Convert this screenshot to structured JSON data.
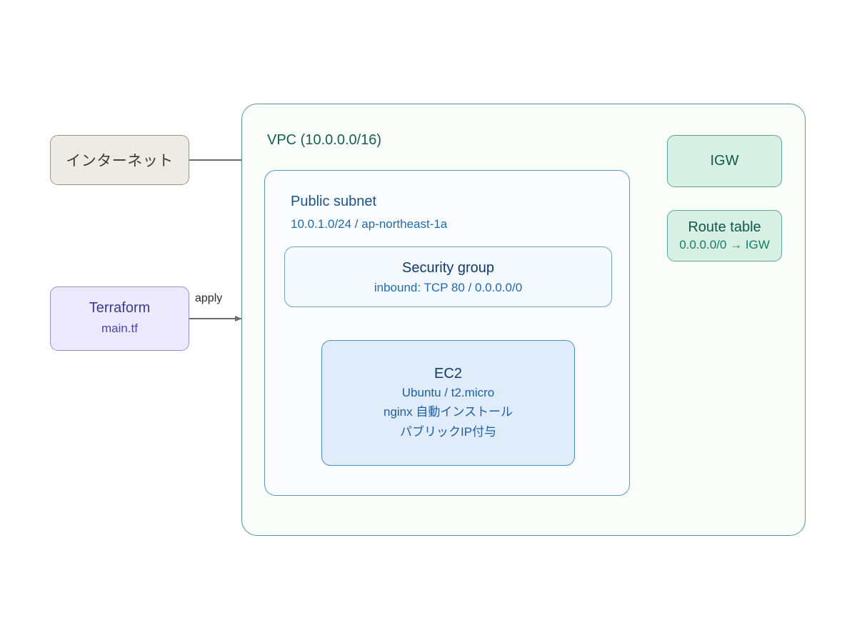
{
  "diagram": {
    "title": "AWS VPC Terraform architecture",
    "background_color": "#ffffff"
  },
  "nodes": {
    "internet": {
      "label": "インターネット",
      "fill": "#eeebe4",
      "border": "#9b998f",
      "text_color": "#3b3b38"
    },
    "terraform": {
      "title": "Terraform",
      "subtitle": "main.tf",
      "fill": "#ebe9fb",
      "border": "#9a8fd6",
      "text_color": "#3c3c8c"
    },
    "vpc": {
      "label": "VPC (10.0.0.0/16)",
      "fill": "#fbfdfb",
      "border": "#4f9e8c",
      "text_color": "#12614f"
    },
    "public_subnet": {
      "title": "Public subnet",
      "subtitle": "10.0.1.0/24 / ap-northeast-1a",
      "fill": "#fafcfe",
      "border": "#5b95cf",
      "text_color": "#17558f"
    },
    "security_group": {
      "title": "Security group",
      "subtitle": "inbound: TCP 80 / 0.0.0.0/0",
      "fill": "#f4f9fd",
      "border": "#6fa4d6",
      "text_color": "#123a6b"
    },
    "ec2": {
      "title": "EC2",
      "line1": "Ubuntu / t2.micro",
      "line2": "nginx 自動インストール",
      "line3": "パブリックIP付与",
      "fill": "#e0ecf9",
      "border": "#4b8dcb",
      "text_color": "#123a6b"
    },
    "igw": {
      "title": "IGW",
      "fill": "#d8efe5",
      "border": "#5aa995",
      "text_color": "#0f5a48"
    },
    "route_table": {
      "title": "Route table",
      "subtitle": "0.0.0.0/0 → IGW",
      "fill": "#d8efe5",
      "border": "#5aa995",
      "text_color": "#0f5a48"
    }
  },
  "edges": {
    "internet_to_igw": {
      "label": "",
      "from": "internet",
      "to": "igw",
      "color": "#6e6e6e"
    },
    "terraform_to_vpc": {
      "label": "apply",
      "from": "terraform",
      "to": "vpc",
      "color": "#6e6e6e",
      "label_color": "#2b2b2b"
    },
    "igw_to_route_table": {
      "label": "",
      "from": "igw",
      "to": "route_table",
      "color": "#6e6e6e"
    }
  }
}
